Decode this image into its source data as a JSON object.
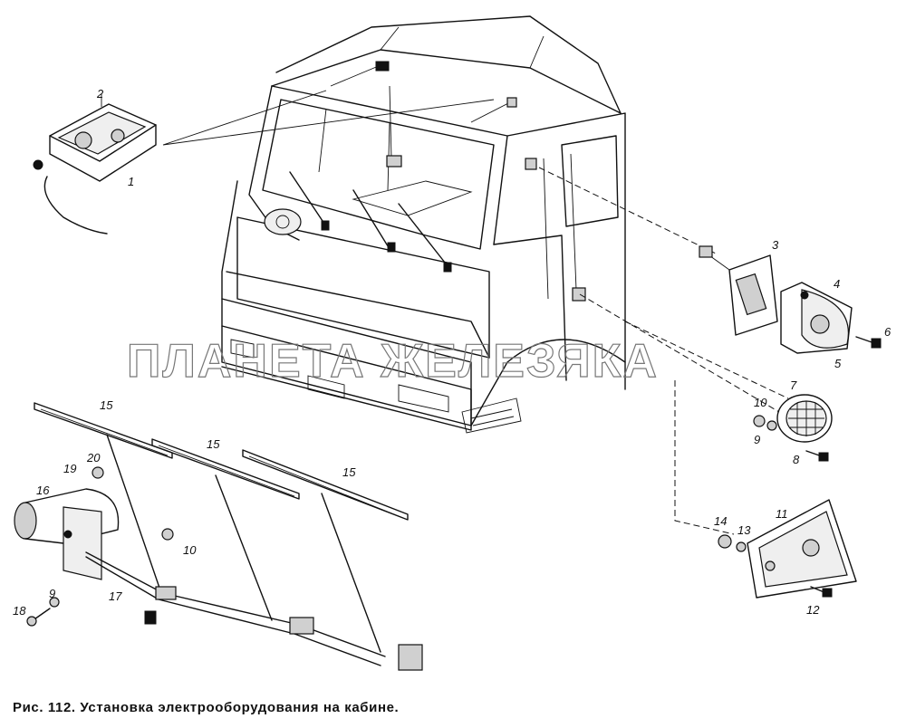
{
  "caption": "Рис. 112. Установка электрооборудования на кабине.",
  "watermark": "ПЛАНЕТА ЖЕЛЕЗЯКА",
  "callouts": {
    "c1": "1",
    "c2": "2",
    "c3": "3",
    "c4": "4",
    "c5": "5",
    "c6": "6",
    "c7": "7",
    "c8": "8",
    "c9a": "9",
    "c9b": "9",
    "c10a": "10",
    "c10b": "10",
    "c11": "11",
    "c12": "12",
    "c13": "13",
    "c14": "14",
    "c15a": "15",
    "c15b": "15",
    "c15c": "15",
    "c16": "16",
    "c17": "17",
    "c18": "18",
    "c19": "19",
    "c20": "20"
  }
}
